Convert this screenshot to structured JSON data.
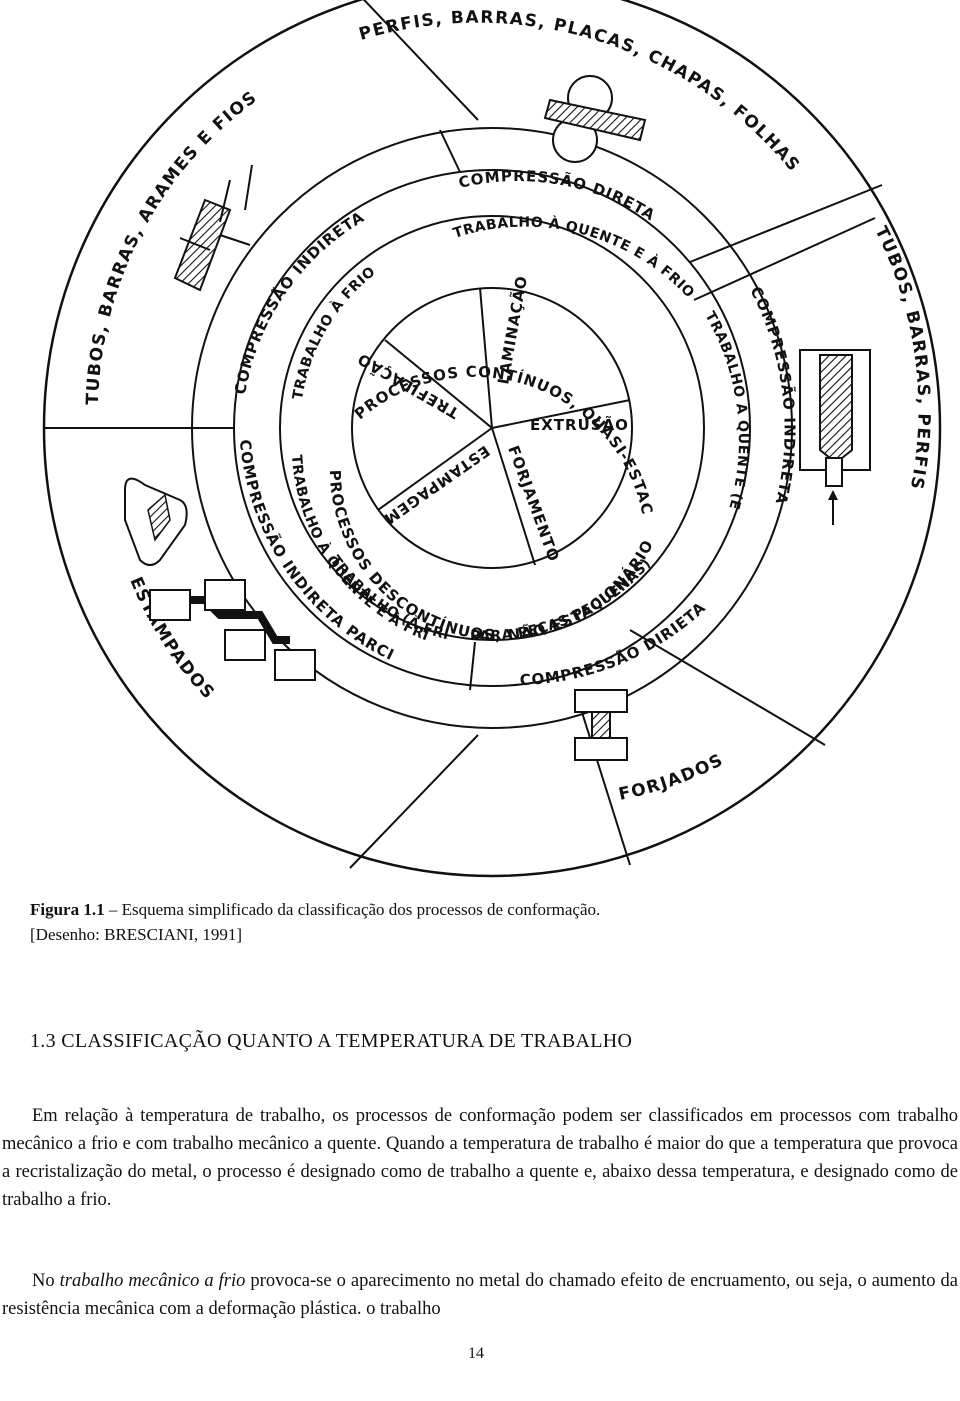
{
  "figure": {
    "diagram": {
      "outer_ring": {
        "top_right": "PERFIS, BARRAS, PLACAS, CHAPAS, FOLHAS",
        "top_left": "TUBOS, BARRAS, ARAMES E FIOS",
        "right": "TUBOS, BARRAS, PERFIS",
        "bottom_right": "FORJADOS",
        "bottom_left": "ESTAMPADOS"
      },
      "ring_2": {
        "top_right": "COMPRESSÃO DIRETA",
        "top_left": "COMPRESSÃO INDIRETA",
        "right": "COMPRESSÃO INDIRETA",
        "bottom_right": "COMPRESSÃO DIRIETA",
        "bottom_left": "COMPRESSÃO INDIRETA PARCIAL"
      },
      "ring_3": {
        "top_right": "TRABALHO À QUENTE E À FRIO",
        "top_left": "TRABALHO À FRIO",
        "right": "TRABALHO À QUENTE (E À FRIO",
        "bottom_right": "PARA PEÇAS PEQUENAS)",
        "bottom_left": "TRABALHO À QUENTE E À FRIO EM CHAPAS FINAS)",
        "bottom_left_b": "TRABALHO (À FRIO EM"
      },
      "ring_4": {
        "right": "PROCESSOS CONTÍNUOS, QUASI-ESTACIONÁRIOS E PRIMÁRIOS",
        "left": "PROCESSOS DESCONTÍNUOS, NÃO ESTACIONÁRIOS E SECUNDÁRIOS"
      },
      "center": {
        "laminacao": "LAMINAÇÃO",
        "extrusao": "EXTRUSÃO",
        "forjamento": "FORJAMENTO",
        "estampagem": "ESTAMPAGEM",
        "trefilacao": "TREFILAÇÃO"
      }
    },
    "caption": {
      "label": "Figura 1.1",
      "text": " – Esquema simplificado da classificação dos processos de conformação.",
      "source": "[Desenho: BRESCIANI, 1991]"
    }
  },
  "section": {
    "title": "1.3  CLASSIFICAÇÃO QUANTO A TEMPERATURA DE TRABALHO"
  },
  "paragraphs": {
    "p1": "Em relação à temperatura de trabalho, os processos de conformação podem ser classificados em processos com trabalho mecânico a frio e com trabalho mecânico a quente. Quando a temperatura de trabalho é maior do que a temperatura que provoca a recristalização do metal, o processo é designado como de trabalho a quente e, abaixo dessa temperatura, e designado como de trabalho a frio.",
    "p2_before": "No ",
    "p2_italic": "trabalho mecânico a frio",
    "p2_after": " provoca-se o aparecimento no metal do chamado efeito de encruamento, ou seja, o aumento da resistência mecânica com a deformação plástica. o trabalho"
  },
  "page_number": "14"
}
